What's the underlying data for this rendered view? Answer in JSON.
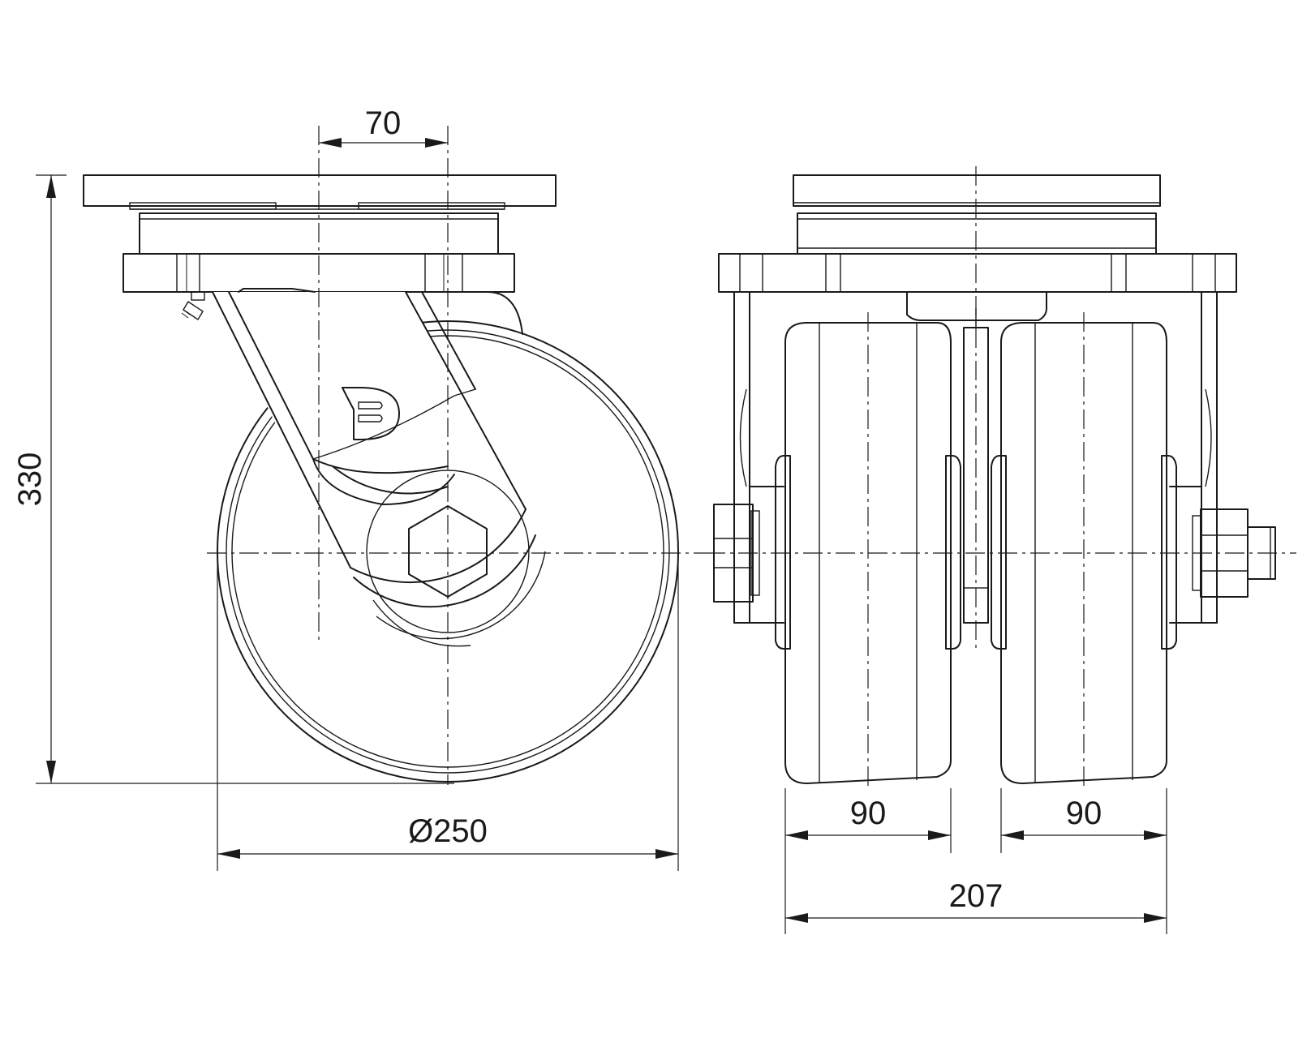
{
  "dimensions": {
    "offset": "70",
    "height": "330",
    "wheel_diameter": "Ø250",
    "wheel_width_left": "90",
    "wheel_width_right": "90",
    "overall_width": "207"
  },
  "icons": {
    "logo": "manufacturer-logo-icon"
  }
}
